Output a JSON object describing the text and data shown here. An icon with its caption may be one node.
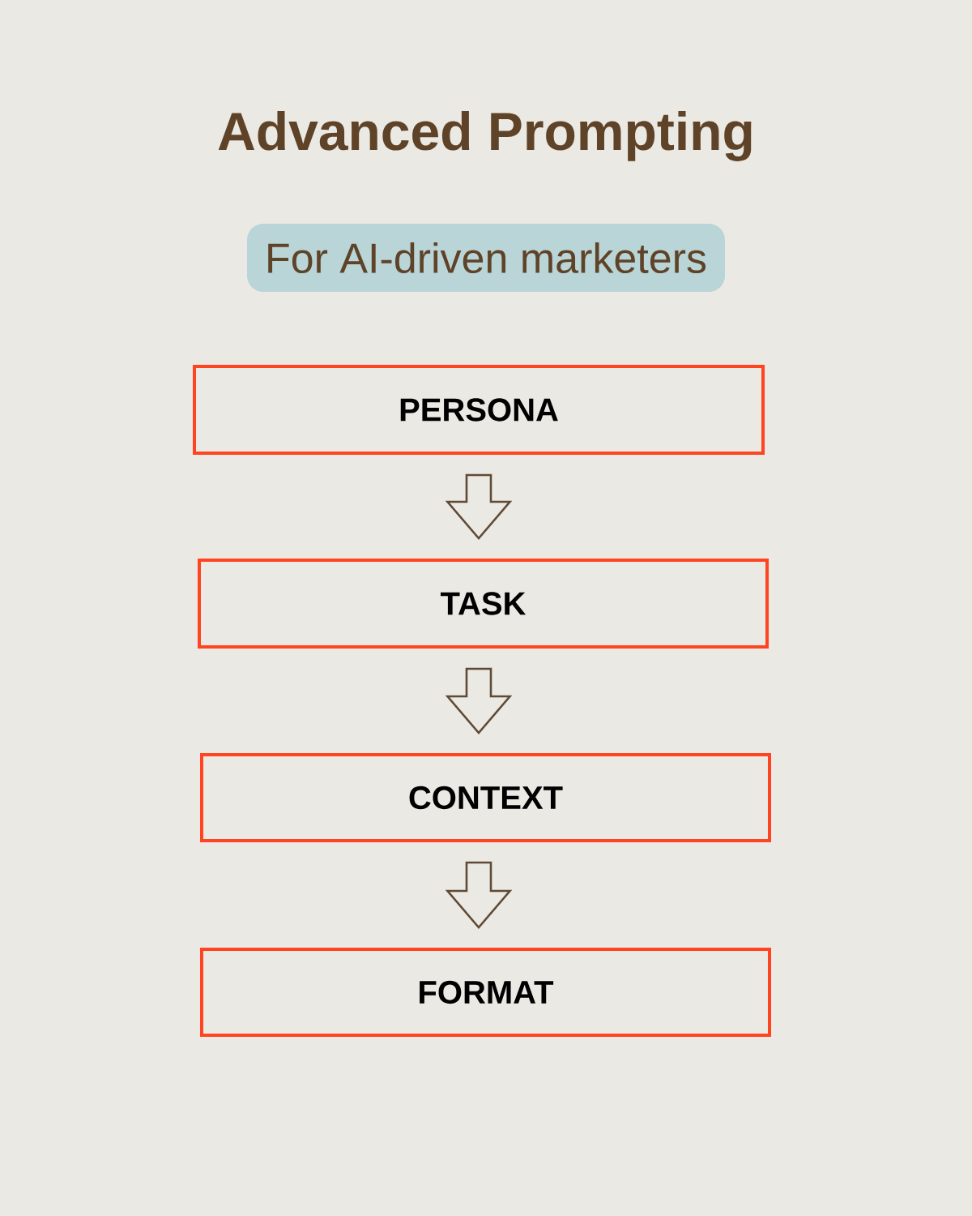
{
  "diagram": {
    "title": "Advanced Prompting",
    "nodes": [
      {
        "text": [
          "For AI-driven marketers"
        ]
      },
      {
        "text": [
          "PERSONA"
        ]
      },
      {
        "text": [
          "TASK"
        ]
      },
      {
        "text": [
          "CONTEXT"
        ]
      },
      {
        "text": [
          "FORMAT"
        ]
      }
    ],
    "edges": [
      {
        "from": 1,
        "to": 2,
        "arrow": "to"
      },
      {
        "from": 2,
        "to": 3,
        "arrow": "to"
      },
      {
        "from": 3,
        "to": 4,
        "arrow": "to"
      }
    ]
  }
}
